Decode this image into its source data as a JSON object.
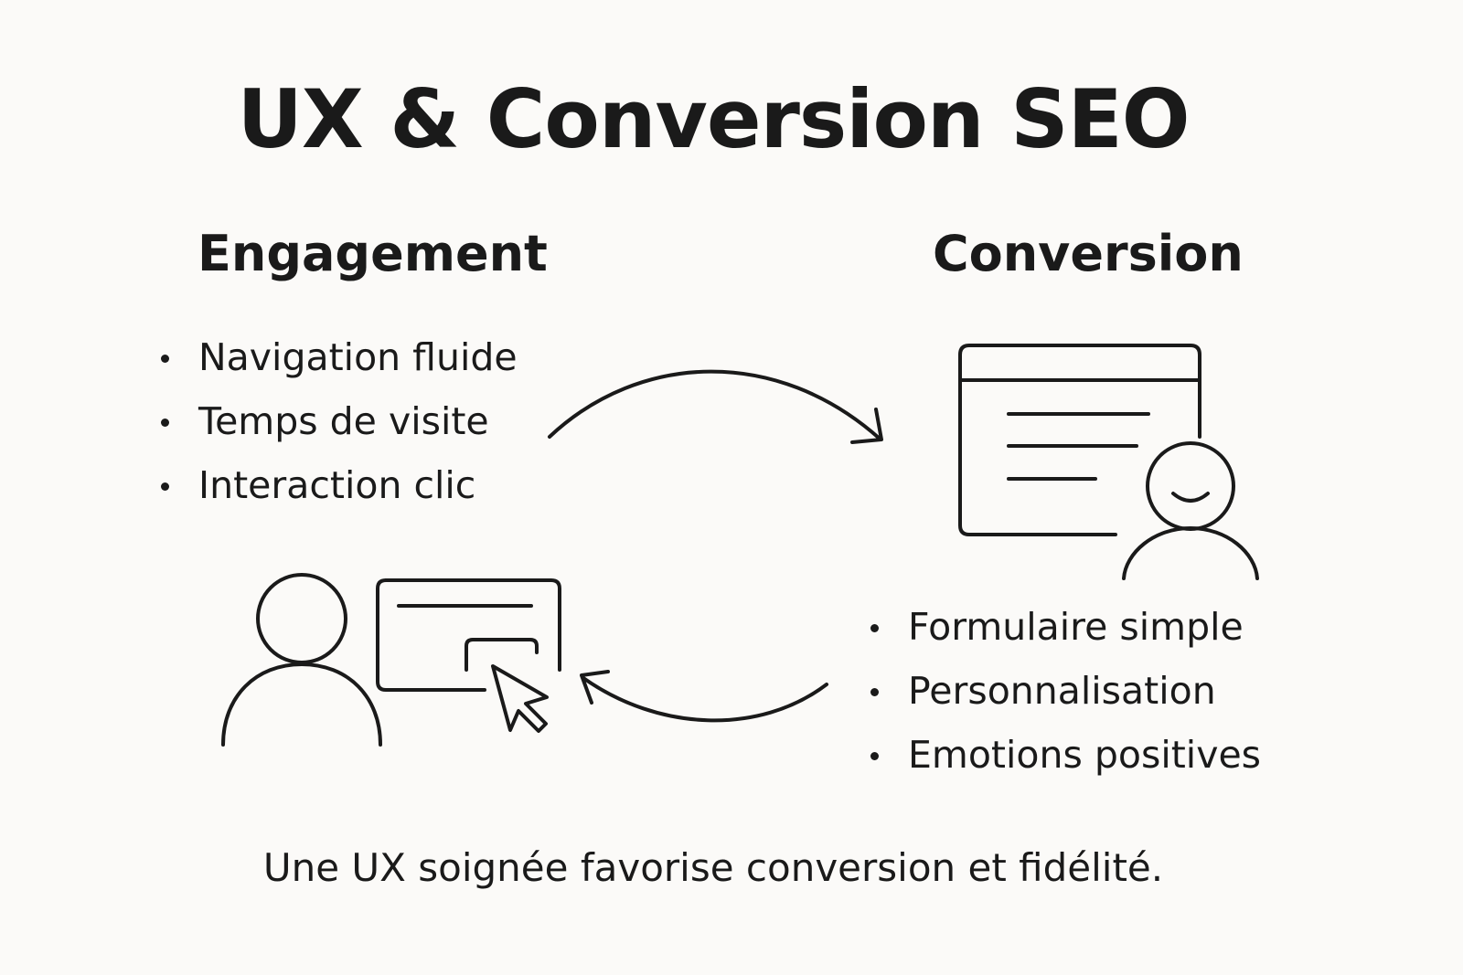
{
  "title": "UX & Conversion SEO",
  "engagement": {
    "heading": "Engagement",
    "items": [
      "Navigation fluide",
      "Temps de visite",
      "Interaction clic"
    ]
  },
  "conversion": {
    "heading": "Conversion",
    "items": [
      "Formulaire simple",
      "Personnalisation",
      "Emotions positives"
    ]
  },
  "caption": "Une UX soignée favorise conversion et fidélité.",
  "colors": {
    "background": "#fbfaf8",
    "ink": "#1a1a1a"
  },
  "icons": {
    "engagement": [
      "user-icon",
      "browser-window-icon",
      "cursor-pointer-icon"
    ],
    "conversion": [
      "browser-window-icon",
      "smiling-user-icon"
    ],
    "flow": [
      "arrow-right-curved-icon",
      "arrow-left-curved-icon"
    ]
  }
}
